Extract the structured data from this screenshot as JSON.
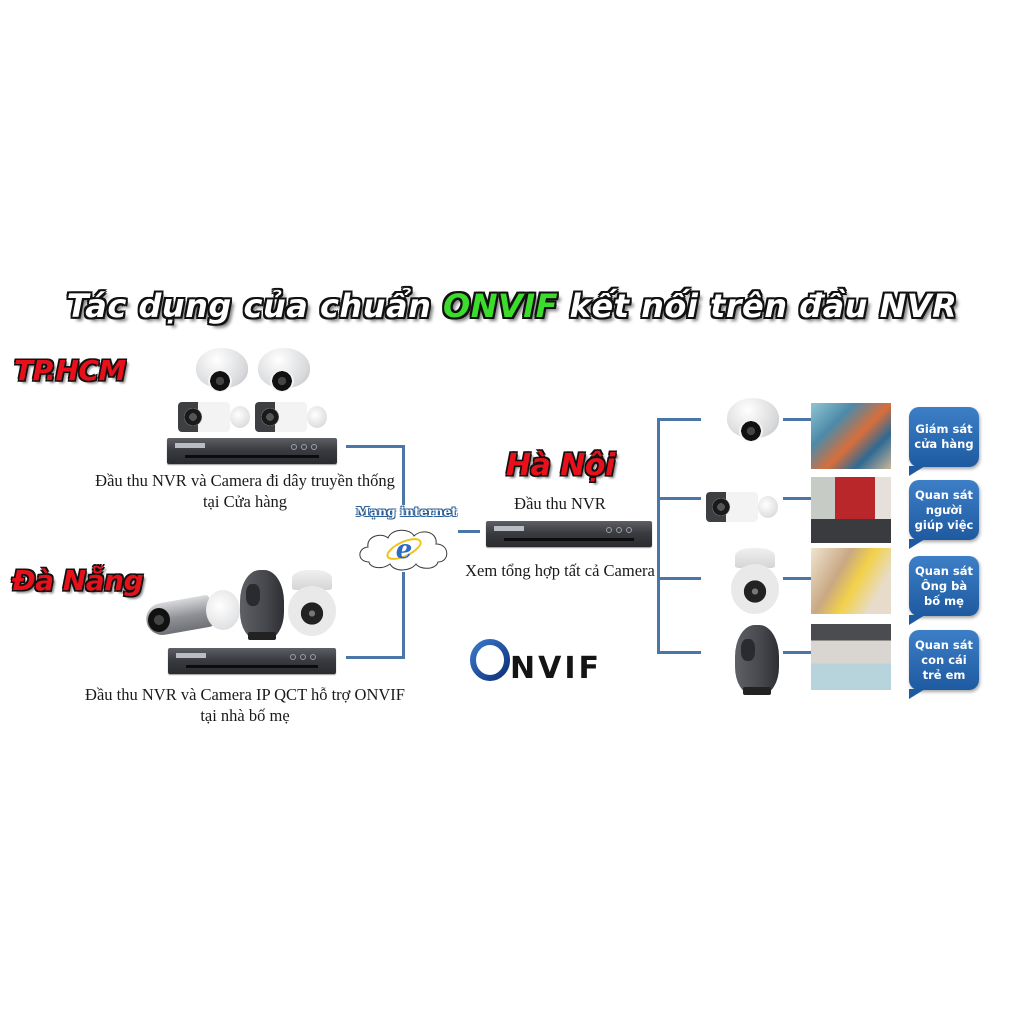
{
  "title": {
    "prefix": "Tác dụng của chuẩn ",
    "accent": "ONVIF",
    "suffix": " kết nối trên đầu NVR",
    "accent_color": "#3bdc2c"
  },
  "sites": {
    "hcm": {
      "label": "TP.HCM",
      "caption_line1": "Đầu thu NVR và Camera đi dây truyền thống",
      "caption_line2": "tại Cửa hàng"
    },
    "danang": {
      "label": "Đà Nẵng",
      "caption_line1": "Đầu thu NVR và Camera IP QCT hỗ trợ ONVIF",
      "caption_line2": "tại nhà bố mẹ"
    },
    "hanoi": {
      "label": "Hà Nội",
      "nvr_label": "Đầu thu NVR",
      "caption": "Xem tổng hợp tất cả Camera"
    }
  },
  "internet": {
    "label": "Mạng internet",
    "icon": "internet-explorer-icon"
  },
  "logo": {
    "text": "ONVIF"
  },
  "outputs": [
    {
      "camera": "dome-camera",
      "photo": "store-view",
      "bubble": "Giám sát cửa hàng"
    },
    {
      "camera": "bullet-camera",
      "photo": "kitchen-view",
      "bubble": "Quan sát người giúp việc"
    },
    {
      "camera": "ptz-camera",
      "photo": "grandparents-view",
      "bubble": "Quan sát Ông bà bố mẹ"
    },
    {
      "camera": "indoor-camera",
      "photo": "children-view",
      "bubble": "Quan sát con cái trẻ em"
    }
  ],
  "colors": {
    "city_label": "#e8101a",
    "connector_line": "#4a76a8",
    "bubble": "#2a6ab3"
  }
}
